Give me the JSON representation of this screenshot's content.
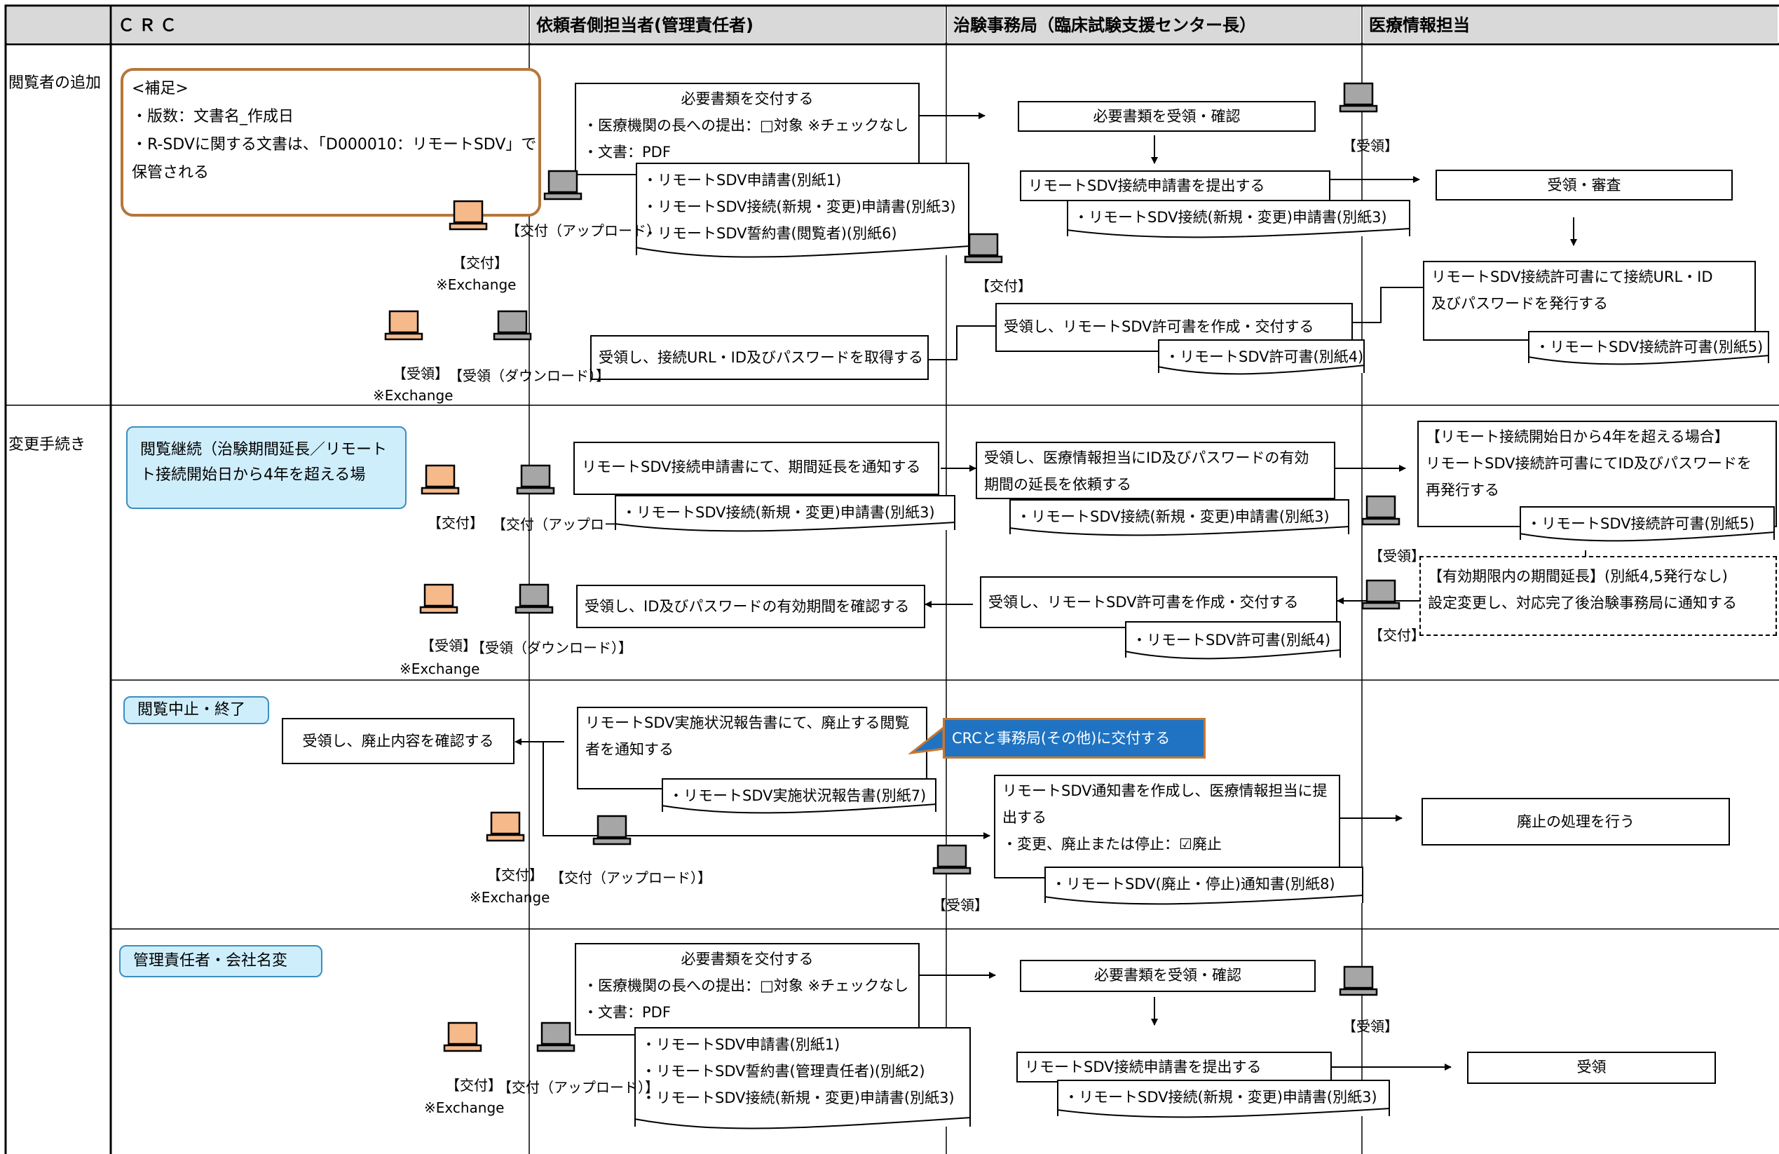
{
  "header": {
    "crc": "ＣＲＣ",
    "sponsor": "依頼者側担当者(管理責任者)",
    "office": "治験事務局（臨床試験支援センター長）",
    "medinfo": "医療情報担当"
  },
  "sections": {
    "add": "閲覧者の追加",
    "change": "変更手続き"
  },
  "note": {
    "l1": "<補足>",
    "l2": "・版数：文書名_作成日",
    "l3": "・R-SDVに関する文書は、「D000010：リモートSDV」で",
    "l4": "保管される"
  },
  "s1": {
    "submit_title": "必要書類を交付する",
    "submit_l2": "・医療機関の長への提出：□対象 ※チェックなし",
    "submit_l3": "・文書：PDF",
    "docs_l1": "・リモートSDV申請書(別紙1)",
    "docs_l2": "・リモートSDV接続(新規・変更)申請書(別紙3)",
    "docs_l3": "・リモートSDV誓約書(閲覧者)(別紙6)",
    "receive_confirm": "必要書類を受領・確認",
    "submit_app": "リモートSDV接続申請書を提出する",
    "app_doc": "・リモートSDV接続(新規・変更)申請書(別紙3)",
    "review": "受領・審査",
    "issue_l1": "リモートSDV接続許可書にて接続URL・ID",
    "issue_l2": "及びパスワードを発行する",
    "permit5": "・リモートSDV接続許可書(別紙5)",
    "create_permit": "受領し、リモートSDV許可書を作成・交付する",
    "permit4": "・リモートSDV許可書(別紙4)",
    "get_url": "受領し、接続URL・ID及びパスワードを取得する",
    "lbl_upload": "【交付（アップロード）",
    "lbl_deliver": "【交付】",
    "lbl_exchange": "※Exchange",
    "lbl_deliver2": "【交付】",
    "lbl_recv_top": "【受領】",
    "lbl_recv": "【受領】",
    "lbl_recv_dl": "【受領（ダウンロード）】",
    "lbl_exchange2": "※Exchange"
  },
  "s2": {
    "pill": "閲覧継続（治験期間延長／リモート",
    "pill_l2": "ト接続開始日から4年を超える場",
    "notify": "リモートSDV接続申請書にて、期間延長を通知する",
    "notify_doc": "・リモートSDV接続(新規・変更)申請書(別紙3)",
    "request_l1": "受領し、医療情報担当にID及びパスワードの有効",
    "request_l2": "期間の延長を依頼する",
    "request_doc": "・リモートSDV接続(新規・変更)申請書(別紙3)",
    "over4_l1": "【リモート接続開始日から4年を超える場合】",
    "over4_l2": "リモートSDV接続許可書にてID及びパスワードを",
    "over4_l3": "再発行する",
    "over4_doc": "・リモートSDV接続許可書(別紙5)",
    "within_l1": "【有効期限内の期間延長】(別紙4,5発行なし)",
    "within_l2": "設定変更し、対応完了後治験事務局に通知する",
    "create_permit": "受領し、リモートSDV許可書を作成・交付する",
    "permit4": "・リモートSDV許可書(別紙4)",
    "confirm": "受領し、ID及びパスワードの有効期間を確認する",
    "lbl_deliver": "【交付】",
    "lbl_upload": "【交付（アップロー",
    "lbl_recv_mi": "【受領】",
    "lbl_deliver_mi": "【交付】",
    "lbl_recv": "【受領】",
    "lbl_recv_dl": "【受領（ダウンロード）】",
    "lbl_exchange": "※Exchange"
  },
  "s3": {
    "pill": "閲覧中止・終了",
    "confirm": "受領し、廃止内容を確認する",
    "report_l1": "リモートSDV実施状況報告書にて、廃止する閲覧",
    "report_l2": "者を通知する",
    "report_doc": "・リモートSDV実施状況報告書(別紙7)",
    "callout": "CRCと事務局(その他)に交付する",
    "notice_l1": "リモートSDV通知書を作成し、医療情報担当に提",
    "notice_l2": "出する",
    "notice_l3": "・変更、廃止または停止：☑廃止",
    "notice_doc": "・リモートSDV(廃止・停止)通知書(別紙8)",
    "abolish": "廃止の処理を行う",
    "lbl_deliver": "【交付】",
    "lbl_exchange": "※Exchange",
    "lbl_upload": "【交付（アップロード）】",
    "lbl_recv": "【受領】"
  },
  "s4": {
    "pill": "管理責任者・会社名変",
    "submit_title": "必要書類を交付する",
    "submit_l2": "・医療機関の長への提出：□対象 ※チェックなし",
    "submit_l3": "・文書：PDF",
    "docs_l1": "・リモートSDV申請書(別紙1)",
    "docs_l2": "・リモートSDV誓約書(管理責任者)(別紙2)",
    "docs_l3": "・リモートSDV接続(新規・変更)申請書(別紙3)",
    "receive_confirm": "必要書類を受領・確認",
    "submit_app": "リモートSDV接続申請書を提出する",
    "app_doc": "・リモートSDV接続(新規・変更)申請書(別紙3)",
    "receive": "受領",
    "lbl_deliver": "【交付】",
    "lbl_upload": "【交付（アップロード）】",
    "lbl_exchange": "※Exchange",
    "lbl_recv": "【受領】"
  }
}
